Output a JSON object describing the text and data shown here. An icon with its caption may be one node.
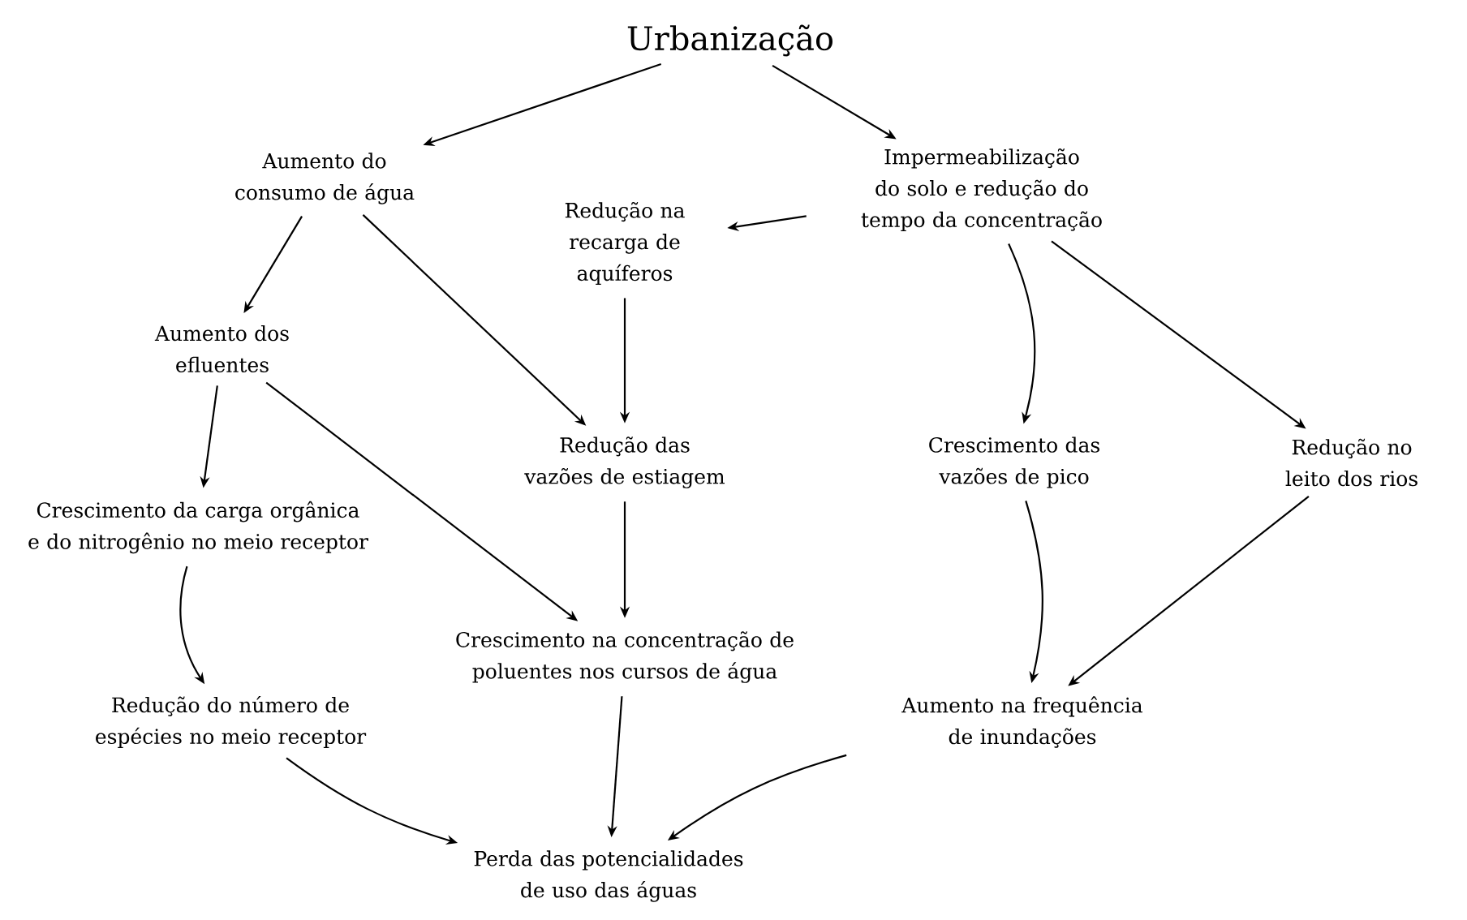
{
  "diagram": {
    "nodes": [
      {
        "text": [
          "Urbanização"
        ]
      },
      {
        "text": [
          "Aumento do consumo de água"
        ]
      },
      {
        "text": [
          "Impermeabilização do solo e redução do tempo da concentração"
        ]
      },
      {
        "text": [
          "Redução na recarga de aquíferos"
        ]
      },
      {
        "text": [
          "Aumento dos efluentes"
        ]
      },
      {
        "text": [
          "Redução das vazões de estiagem"
        ]
      },
      {
        "text": [
          "Crescimento das vazões de pico"
        ]
      },
      {
        "text": [
          "Redução no leito dos rios"
        ]
      },
      {
        "text": [
          "Crescimento da carga orgânica e do nitrogênio no meio receptor"
        ]
      },
      {
        "text": [
          "Crescimento na concentração de poluentes nos cursos de água"
        ]
      },
      {
        "text": [
          "Redução do número de espécies no meio receptor"
        ]
      },
      {
        "text": [
          "Aumento na frequência de inundações"
        ]
      },
      {
        "text": [
          "Perda das potencialidades de uso das águas"
        ]
      }
    ],
    "edges": [
      {
        "from": 0,
        "to": 1,
        "arrow": "to"
      },
      {
        "from": 0,
        "to": 2,
        "arrow": "to"
      },
      {
        "from": 1,
        "to": 4,
        "arrow": "to"
      },
      {
        "from": 1,
        "to": 5,
        "arrow": "to"
      },
      {
        "from": 2,
        "to": 3,
        "arrow": "to"
      },
      {
        "from": 2,
        "to": 6,
        "arrow": "to"
      },
      {
        "from": 2,
        "to": 7,
        "arrow": "to"
      },
      {
        "from": 3,
        "to": 5,
        "arrow": "to"
      },
      {
        "from": 4,
        "to": 8,
        "arrow": "to"
      },
      {
        "from": 4,
        "to": 9,
        "arrow": "to"
      },
      {
        "from": 5,
        "to": 9,
        "arrow": "to"
      },
      {
        "from": 6,
        "to": 11,
        "arrow": "to"
      },
      {
        "from": 7,
        "to": 11,
        "arrow": "to"
      },
      {
        "from": 8,
        "to": 10,
        "arrow": "to"
      },
      {
        "from": 9,
        "to": 12,
        "arrow": "to"
      },
      {
        "from": 10,
        "to": 12,
        "arrow": "to"
      },
      {
        "from": 11,
        "to": 12,
        "arrow": "to"
      }
    ]
  }
}
